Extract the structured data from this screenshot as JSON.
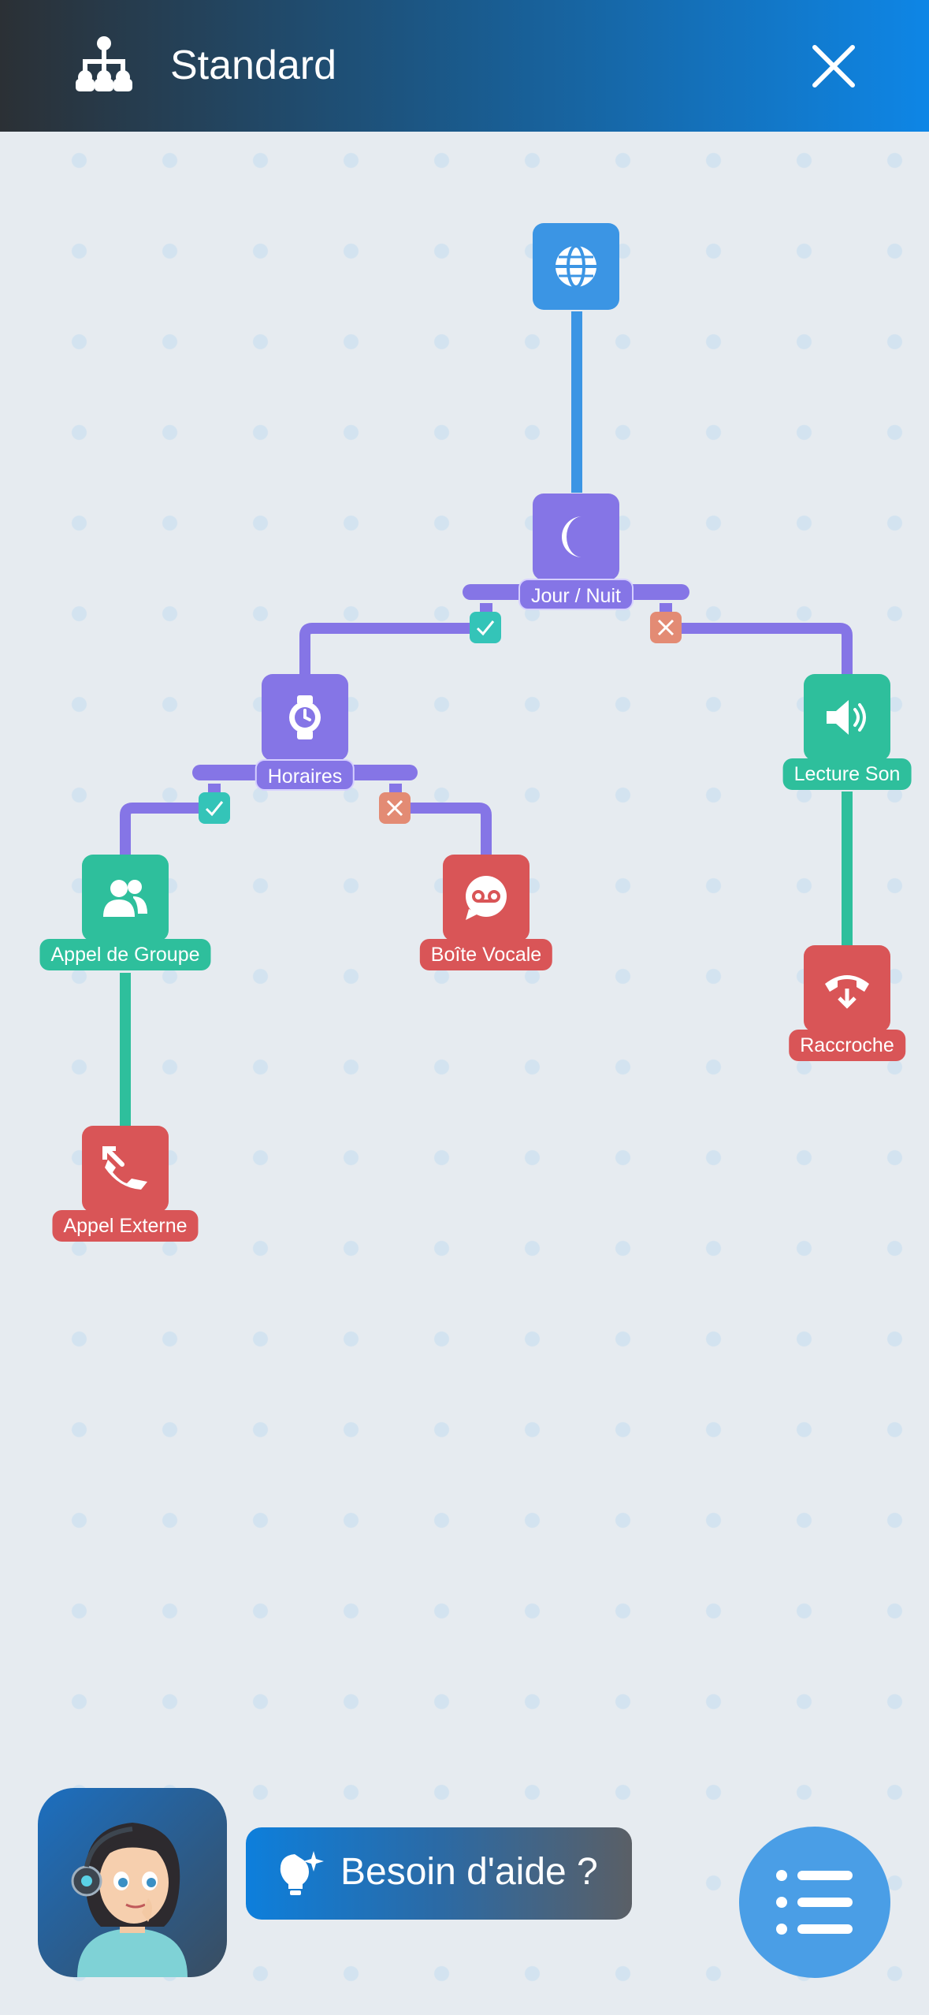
{
  "header": {
    "title": "Standard",
    "icon": "sitemap-icon",
    "close_icon": "close-icon"
  },
  "nodes": {
    "entry": {
      "icon": "globe-icon",
      "color": "#3b95e4"
    },
    "day_night": {
      "label": "Jour / Nuit",
      "icon": "moon-icon",
      "color": "#8575e6"
    },
    "schedules": {
      "label": "Horaires",
      "icon": "watch-icon",
      "color": "#8575e6"
    },
    "play_sound": {
      "label": "Lecture Son",
      "icon": "speaker-icon",
      "color": "#2ebf9c"
    },
    "group_call": {
      "label": "Appel de Groupe",
      "icon": "users-icon",
      "color": "#2ebf9c"
    },
    "voicemail": {
      "label": "Boîte Vocale",
      "icon": "voicemail-icon",
      "color": "#d95557"
    },
    "hang_up": {
      "label": "Raccroche",
      "icon": "hang-up-icon",
      "color": "#d95557"
    },
    "external_call": {
      "label": "Appel Externe",
      "icon": "external-call-icon",
      "color": "#d95557"
    }
  },
  "branches": {
    "yes_color": "#34c4b8",
    "no_color": "#e38b74"
  },
  "footer": {
    "help_label": "Besoin d'aide ?",
    "help_icon": "lightbulb-sparkle-icon",
    "menu_icon": "list-icon",
    "avatar": "assistant-avatar"
  }
}
